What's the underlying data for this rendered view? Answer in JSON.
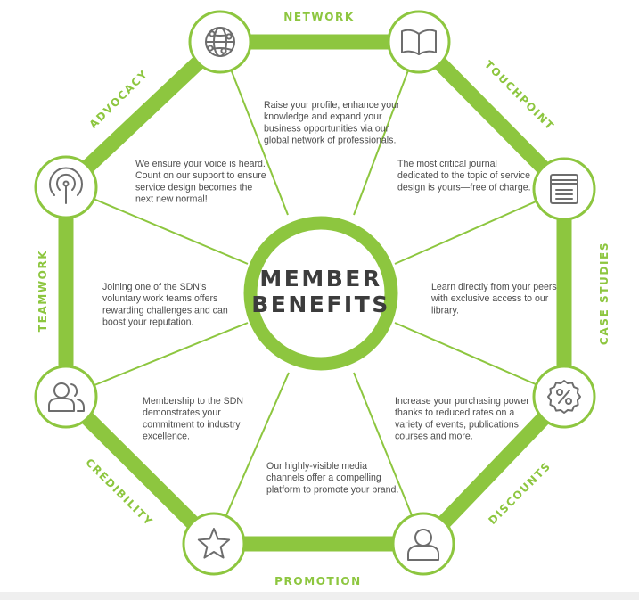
{
  "colors": {
    "accent": "#8dc63f",
    "text": "#4d4d4d",
    "title": "#3c3c3c",
    "icon": "#6d6d6d"
  },
  "center": {
    "line1": "MEMBER",
    "line2": "BENEFITS"
  },
  "nodes": [
    {
      "icon": "globe-icon"
    },
    {
      "icon": "journal-icon"
    },
    {
      "icon": "library-icon"
    },
    {
      "icon": "discount-icon"
    },
    {
      "icon": "user-icon"
    },
    {
      "icon": "star-icon"
    },
    {
      "icon": "team-icon"
    },
    {
      "icon": "antenna-icon"
    }
  ],
  "categories": [
    {
      "label": "NETWORK"
    },
    {
      "label": "TOUCHPOINT"
    },
    {
      "label": "CASE STUDIES"
    },
    {
      "label": "DISCOUNTS"
    },
    {
      "label": "PROMOTION"
    },
    {
      "label": "CREDIBILITY"
    },
    {
      "label": "TEAMWORK"
    },
    {
      "label": "ADVOCACY"
    }
  ],
  "descriptions": [
    {
      "lines": [
        "Raise your profile, enhance your",
        "knowledge and expand your",
        "business opportunities via our",
        "global network of professionals."
      ]
    },
    {
      "lines": [
        "The most critical journal",
        "dedicated to the topic of service",
        "design is yours—free of charge."
      ]
    },
    {
      "lines": [
        "Learn directly from your peers",
        "with exclusive access to our",
        "library."
      ]
    },
    {
      "lines": [
        "Increase your purchasing power",
        "thanks to reduced rates on a",
        "variety of events, publications,",
        "courses and more."
      ]
    },
    {
      "lines": [
        "Our highly-visible media",
        "channels offer a compelling",
        "platform to promote your brand."
      ]
    },
    {
      "lines": [
        "Membership to the SDN",
        "demonstrates your",
        "commitment to industry",
        "excellence."
      ]
    },
    {
      "lines": [
        "Joining one of the SDN’s",
        "voluntary work teams offers",
        "rewarding challenges and can",
        "boost your reputation."
      ]
    },
    {
      "lines": [
        "We ensure your voice is heard.",
        "Count on our support to ensure",
        "service design becomes the",
        "next new normal!"
      ]
    }
  ]
}
